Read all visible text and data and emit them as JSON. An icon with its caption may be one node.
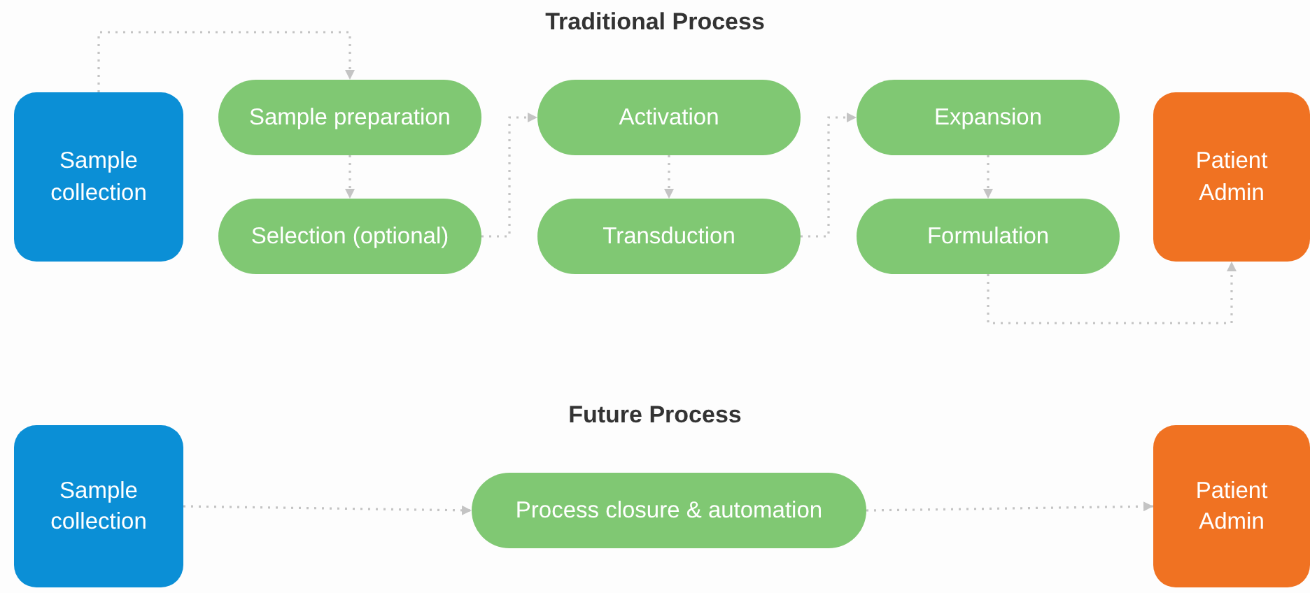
{
  "diagram": {
    "nodes": [
      {
        "text": [
          "Sample collection"
        ]
      },
      {
        "text": [
          "Sample preparation"
        ]
      },
      {
        "text": [
          "Selection (optional)"
        ]
      },
      {
        "text": [
          "Activation"
        ]
      },
      {
        "text": [
          "Transduction"
        ]
      },
      {
        "text": [
          "Expansion"
        ]
      },
      {
        "text": [
          "Formulation"
        ]
      },
      {
        "text": [
          "Patient Admin"
        ]
      },
      {
        "text": [
          "Sample collection"
        ]
      },
      {
        "text": [
          "Process closure & automation"
        ]
      },
      {
        "text": [
          "Patient Admin"
        ]
      }
    ],
    "edges": [
      {
        "from": 0,
        "to": 1,
        "arrow": "to"
      },
      {
        "from": 1,
        "to": 2,
        "arrow": "to"
      },
      {
        "from": 2,
        "to": 3,
        "arrow": "to"
      },
      {
        "from": 3,
        "to": 4,
        "arrow": "to"
      },
      {
        "from": 4,
        "to": 5,
        "arrow": "to"
      },
      {
        "from": 5,
        "to": 6,
        "arrow": "to"
      },
      {
        "from": 6,
        "to": 7,
        "arrow": "to"
      },
      {
        "from": 8,
        "to": 9,
        "arrow": "to"
      },
      {
        "from": 9,
        "to": 10,
        "arrow": "to"
      }
    ],
    "labels": [
      "Traditional Process",
      "Future Process"
    ]
  }
}
